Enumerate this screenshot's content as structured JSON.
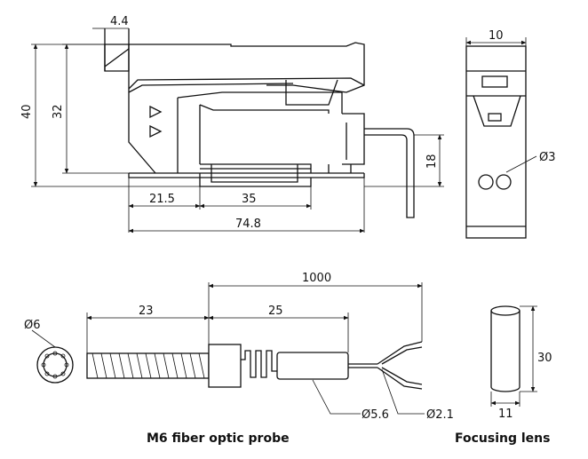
{
  "dims": {
    "d_4_4": "4.4",
    "d_40": "40",
    "d_32": "32",
    "d_21_5": "21.5",
    "d_35": "35",
    "d_74_8": "74.8",
    "d_18": "18",
    "d_10": "10",
    "d_phi3": "Ø3",
    "d_1000": "1000",
    "d_23": "23",
    "d_25": "25",
    "d_phi6": "Ø6",
    "d_phi5_6": "Ø5.6",
    "d_phi2_1": "Ø2.1",
    "d_30": "30",
    "d_11": "11"
  },
  "captions": {
    "probe": "M6 fiber optic probe",
    "lens": "Focusing lens"
  }
}
